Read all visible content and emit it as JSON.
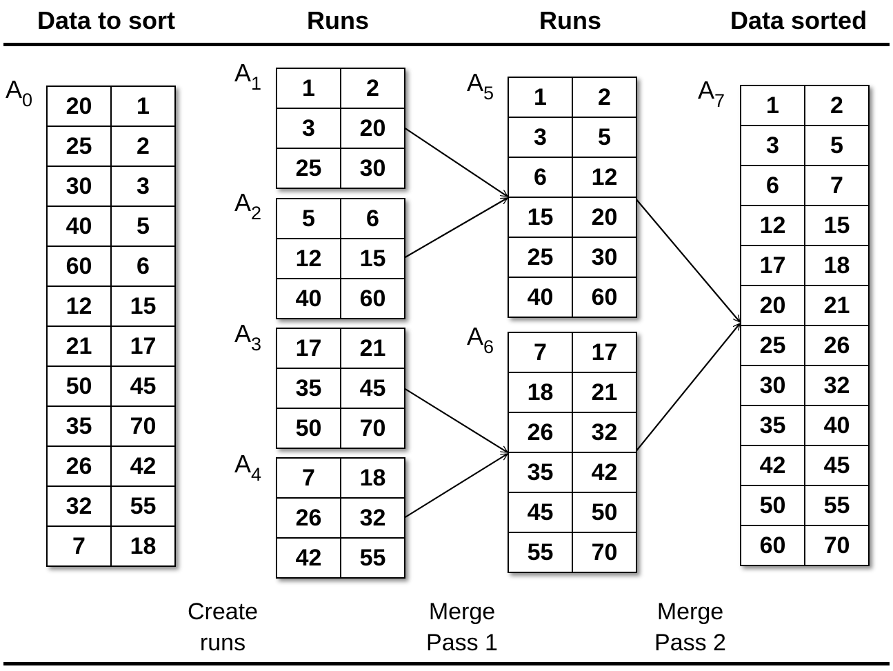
{
  "headers": {
    "col1": "Data to sort",
    "col2": "Runs",
    "col3": "Runs",
    "col4": "Data sorted"
  },
  "arrays": [
    {
      "id": "a0",
      "label_main": "A",
      "label_sub": "0",
      "rows": [
        [
          "20",
          "1"
        ],
        [
          "25",
          "2"
        ],
        [
          "30",
          "3"
        ],
        [
          "40",
          "5"
        ],
        [
          "60",
          "6"
        ],
        [
          "12",
          "15"
        ],
        [
          "21",
          "17"
        ],
        [
          "50",
          "45"
        ],
        [
          "35",
          "70"
        ],
        [
          "26",
          "42"
        ],
        [
          "32",
          "55"
        ],
        [
          "7",
          "18"
        ]
      ]
    },
    {
      "id": "a1",
      "label_main": "A",
      "label_sub": "1",
      "rows": [
        [
          "1",
          "2"
        ],
        [
          "3",
          "20"
        ],
        [
          "25",
          "30"
        ]
      ]
    },
    {
      "id": "a2",
      "label_main": "A",
      "label_sub": "2",
      "rows": [
        [
          "5",
          "6"
        ],
        [
          "12",
          "15"
        ],
        [
          "40",
          "60"
        ]
      ]
    },
    {
      "id": "a3",
      "label_main": "A",
      "label_sub": "3",
      "rows": [
        [
          "17",
          "21"
        ],
        [
          "35",
          "45"
        ],
        [
          "50",
          "70"
        ]
      ]
    },
    {
      "id": "a4",
      "label_main": "A",
      "label_sub": "4",
      "rows": [
        [
          "7",
          "18"
        ],
        [
          "26",
          "32"
        ],
        [
          "42",
          "55"
        ]
      ]
    },
    {
      "id": "a5",
      "label_main": "A",
      "label_sub": "5",
      "rows": [
        [
          "1",
          "2"
        ],
        [
          "3",
          "5"
        ],
        [
          "6",
          "12"
        ],
        [
          "15",
          "20"
        ],
        [
          "25",
          "30"
        ],
        [
          "40",
          "60"
        ]
      ]
    },
    {
      "id": "a6",
      "label_main": "A",
      "label_sub": "6",
      "rows": [
        [
          "7",
          "17"
        ],
        [
          "18",
          "21"
        ],
        [
          "26",
          "32"
        ],
        [
          "35",
          "42"
        ],
        [
          "45",
          "50"
        ],
        [
          "55",
          "70"
        ]
      ]
    },
    {
      "id": "a7",
      "label_main": "A",
      "label_sub": "7",
      "rows": [
        [
          "1",
          "2"
        ],
        [
          "3",
          "5"
        ],
        [
          "6",
          "7"
        ],
        [
          "12",
          "15"
        ],
        [
          "17",
          "18"
        ],
        [
          "20",
          "21"
        ],
        [
          "25",
          "26"
        ],
        [
          "30",
          "32"
        ],
        [
          "35",
          "40"
        ],
        [
          "42",
          "45"
        ],
        [
          "50",
          "55"
        ],
        [
          "60",
          "70"
        ]
      ]
    }
  ],
  "captions": {
    "create_runs": {
      "line1": "Create",
      "line2": "runs"
    },
    "merge_pass_1": {
      "line1": "Merge",
      "line2": "Pass 1"
    },
    "merge_pass_2": {
      "line1": "Merge",
      "line2": "Pass 2"
    }
  }
}
